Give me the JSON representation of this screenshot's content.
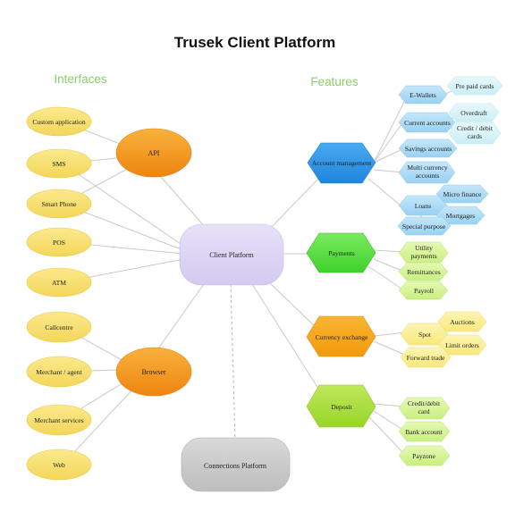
{
  "title": "Trusek  Client  Platform",
  "sections": {
    "interfaces": "Interfaces",
    "features": "Features"
  },
  "center": {
    "client_platform": "Client Platform",
    "connections_platform": "Connections Platform"
  },
  "hubs": {
    "api": "API",
    "browser": "Browser"
  },
  "interfaces": {
    "api_items": [
      "Custom application",
      "SMS",
      "Smart Phone",
      "POS",
      "ATM"
    ],
    "browser_items": [
      "Callcentre",
      "Merchant / agent",
      "Merchant services",
      "Web"
    ]
  },
  "features": {
    "account_management": {
      "label": "Account management",
      "items": [
        "E-Wallets",
        "Pre paid cards",
        "Current accounts",
        "Overdraft",
        "Credit / debit cards",
        "Savings accounts",
        "Multi currency accounts",
        "Loans",
        "Micro finance",
        "Mortgages",
        "Special purpose"
      ]
    },
    "payments": {
      "label": "Payments",
      "items": [
        "Utility payments",
        "Remittances",
        "Payroll"
      ]
    },
    "currency_exchange": {
      "label": "Currency exchange",
      "items": [
        "Spot",
        "Auctions",
        "Limit orders",
        "Forward trade"
      ]
    },
    "deposit": {
      "label": "Deposit",
      "items": [
        "Credit/debit card",
        "Bank account",
        "Payzone"
      ]
    }
  },
  "colors": {
    "interface_fill": "#f7df6e",
    "hub_fill": "#f39a1e",
    "center_fill": "#ddd6f5",
    "connections_fill": "#cdcdcd",
    "account_fill": "#2d96ea",
    "account_leaf": "#a8d9f5",
    "payments_fill": "#5fe047",
    "payments_leaf": "#d4f49a",
    "currency_fill": "#f6a417",
    "currency_leaf": "#fbef8f",
    "deposit_fill": "#a8df3c",
    "deposit_leaf": "#d4f49a"
  }
}
